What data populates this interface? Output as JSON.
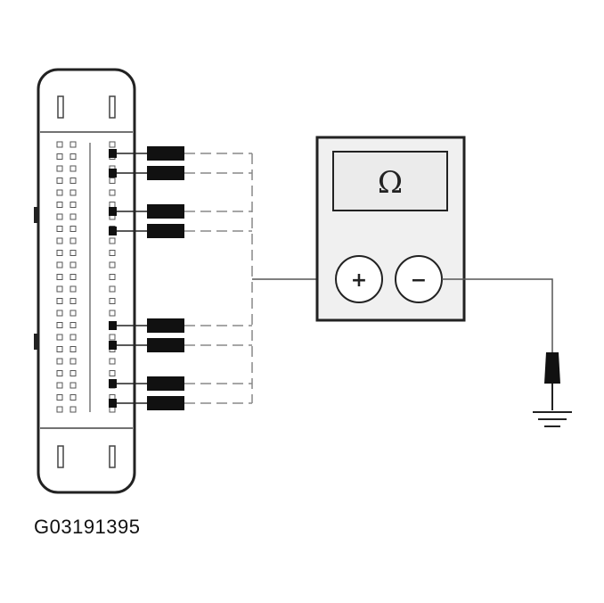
{
  "figure": {
    "id_label": "G03191395"
  },
  "meter": {
    "display_symbol": "Ω",
    "positive_terminal": "+",
    "negative_terminal": "−"
  },
  "connector": {
    "pin_columns": 3,
    "probed_pins": 8
  },
  "colors": {
    "line": "#222222",
    "panel_fill": "#f0f0f0",
    "display_fill": "#ebebeb",
    "dashed_lead": "#888888",
    "probe": "#111111"
  }
}
